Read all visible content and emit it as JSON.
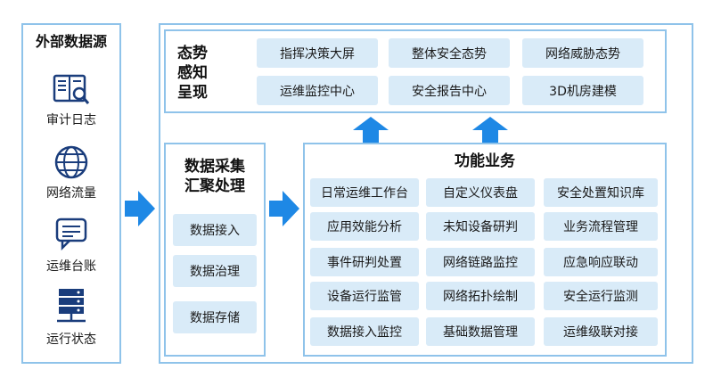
{
  "sources": {
    "title": "外部数据源",
    "items": [
      {
        "label": "审计日志",
        "icon": "audit-log-icon"
      },
      {
        "label": "网络流量",
        "icon": "globe-icon"
      },
      {
        "label": "运维台账",
        "icon": "chat-ledger-icon"
      },
      {
        "label": "运行状态",
        "icon": "server-icon"
      }
    ]
  },
  "situation": {
    "title_lines": [
      "态势",
      "感知",
      "呈现"
    ],
    "items": [
      "指挥决策大屏",
      "整体安全态势",
      "网络威胁态势",
      "运维监控中心",
      "安全报告中心",
      "3D机房建模"
    ]
  },
  "collect": {
    "title_lines": [
      "数据采集",
      "汇聚处理"
    ],
    "items": [
      "数据接入",
      "数据治理",
      "数据存储"
    ]
  },
  "business": {
    "title": "功能业务",
    "items": [
      "日常运维工作台",
      "自定义仪表盘",
      "安全处置知识库",
      "应用效能分析",
      "未知设备研判",
      "业务流程管理",
      "事件研判处置",
      "网络链路监控",
      "应急响应联动",
      "设备运行监管",
      "网络拓扑绘制",
      "安全运行监测",
      "数据接入监控",
      "基础数据管理",
      "运维级联对接"
    ]
  },
  "colors": {
    "border": "#8fc3ea",
    "chip": "#d9ebf8",
    "arrow": "#1e88e5",
    "icon": "#1a3d7c"
  }
}
